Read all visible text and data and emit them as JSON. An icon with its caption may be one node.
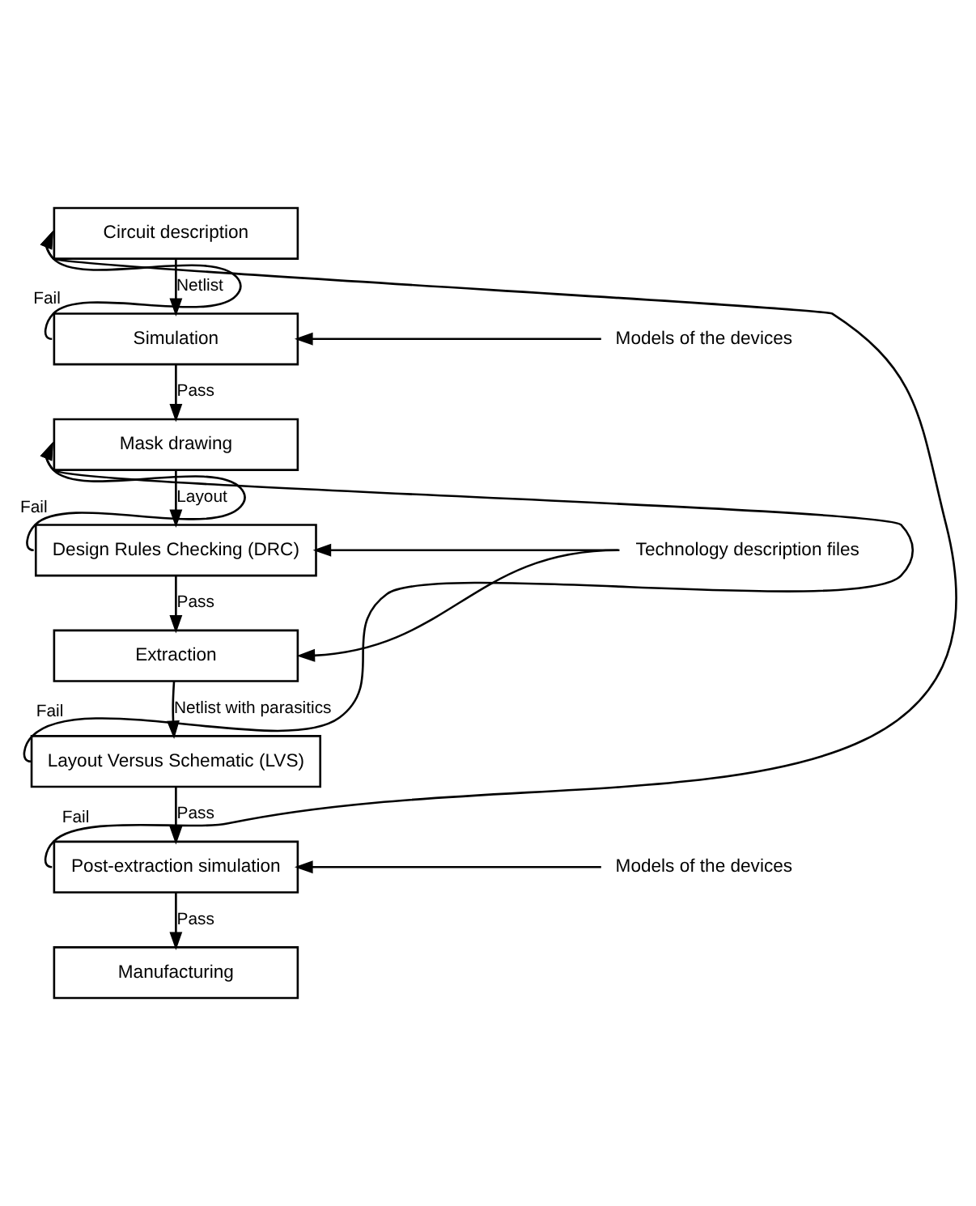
{
  "diagram": {
    "nodes": [
      {
        "text": [
          "Circuit description"
        ]
      },
      {
        "text": [
          "Simulation"
        ]
      },
      {
        "text": [
          "Models of the devices"
        ]
      },
      {
        "text": [
          "Mask drawing"
        ]
      },
      {
        "text": [
          "Design Rules Checking (DRC)"
        ]
      },
      {
        "text": [
          "Technology description files"
        ]
      },
      {
        "text": [
          "Extraction"
        ]
      },
      {
        "text": [
          "Layout Versus Schematic (LVS)"
        ]
      },
      {
        "text": [
          "Post-extraction simulation"
        ]
      },
      {
        "text": [
          "Models of the devices"
        ]
      },
      {
        "text": [
          "Manufacturing"
        ]
      }
    ],
    "edges": [
      {
        "from": 0,
        "to": 1,
        "arrow": "to",
        "label": "Netlist"
      },
      {
        "from": 1,
        "to": 0,
        "arrow": "to",
        "label": "Fail"
      },
      {
        "from": 2,
        "to": 1,
        "arrow": "to"
      },
      {
        "from": 1,
        "to": 3,
        "arrow": "to",
        "label": "Pass"
      },
      {
        "from": 3,
        "to": 4,
        "arrow": "to",
        "label": "Layout"
      },
      {
        "from": 4,
        "to": 3,
        "arrow": "to",
        "label": "Fail"
      },
      {
        "from": 5,
        "to": 4,
        "arrow": "to"
      },
      {
        "from": 5,
        "to": 6,
        "arrow": "to"
      },
      {
        "from": 4,
        "to": 6,
        "arrow": "to",
        "label": "Pass"
      },
      {
        "from": 6,
        "to": 7,
        "arrow": "to",
        "label": "Netlist with parasitics"
      },
      {
        "from": 7,
        "to": 3,
        "arrow": "to",
        "label": "Fail"
      },
      {
        "from": 7,
        "to": 8,
        "arrow": "to",
        "label": "Pass"
      },
      {
        "from": 8,
        "to": 0,
        "arrow": "to",
        "label": "Fail"
      },
      {
        "from": 9,
        "to": 8,
        "arrow": "to"
      },
      {
        "from": 8,
        "to": 10,
        "arrow": "to",
        "label": "Pass"
      }
    ]
  }
}
